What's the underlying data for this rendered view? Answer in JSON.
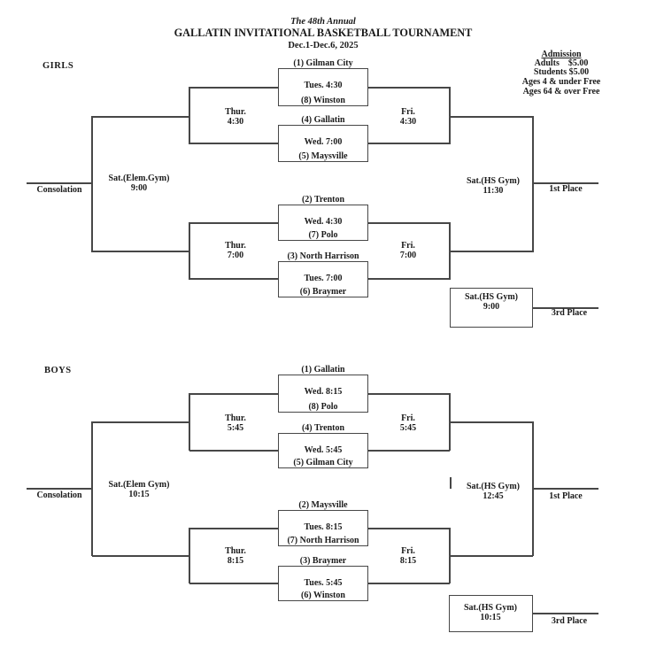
{
  "header": {
    "title_line1": "The 48th Annual",
    "title_line2": "GALLATIN INVITATIONAL BASKETBALL TOURNAMENT",
    "title_line3": "Dec.1-Dec.6, 2025"
  },
  "admission": {
    "heading": "Admission",
    "adults": "Adults    $5.00",
    "students": "Students $5.00",
    "ages_under": "Ages 4 & under Free",
    "ages_over": "Ages 64 & over Free"
  },
  "girls": {
    "label": "GIRLS",
    "round1": [
      {
        "top": "(1) Gilman City",
        "time": "Tues. 4:30",
        "bottom": "(8) Winston"
      },
      {
        "top": "(4) Gallatin",
        "time": "Wed. 7:00",
        "bottom": "(5) Maysville"
      },
      {
        "top": "(2) Trenton",
        "time": "Wed. 4:30",
        "bottom": "(7) Polo"
      },
      {
        "top": "(3) North Harrison",
        "time": "Tues. 7:00",
        "bottom": "(6) Braymer"
      }
    ],
    "semifinals": [
      {
        "day": "Fri.",
        "time": "4:30"
      },
      {
        "day": "Fri.",
        "time": "7:00"
      }
    ],
    "consolation_semis": [
      {
        "day": "Thur.",
        "time": "4:30"
      },
      {
        "day": "Thur.",
        "time": "7:00"
      }
    ],
    "championship": {
      "venue": "Sat.(HS Gym)",
      "time": "11:30"
    },
    "first_place_label": "1st Place",
    "third_place": {
      "venue": "Sat.(HS Gym)",
      "time": "9:00"
    },
    "third_place_label": "3rd Place",
    "consolation_final": {
      "venue": "Sat.(Elem.Gym)",
      "time": "9:00"
    },
    "consolation_label": "Consolation"
  },
  "boys": {
    "label": "BOYS",
    "round1": [
      {
        "top": "(1) Gallatin",
        "time": "Wed. 8:15",
        "bottom": "(8) Polo"
      },
      {
        "top": "(4) Trenton",
        "time": "Wed. 5:45",
        "bottom": "(5) Gilman City"
      },
      {
        "top": "(2) Maysville",
        "time": "Tues. 8:15",
        "bottom": "(7) North Harrison"
      },
      {
        "top": "(3) Braymer",
        "time": "Tues. 5:45",
        "bottom": "(6) Winston"
      }
    ],
    "semifinals": [
      {
        "day": "Fri.",
        "time": "5:45"
      },
      {
        "day": "Fri.",
        "time": "8:15"
      }
    ],
    "consolation_semis": [
      {
        "day": "Thur.",
        "time": "5:45"
      },
      {
        "day": "Thur.",
        "time": "8:15"
      }
    ],
    "championship": {
      "venue": "Sat.(HS Gym)",
      "time": "12:45"
    },
    "first_place_label": "1st Place",
    "third_place": {
      "venue": "Sat.(HS Gym)",
      "time": "10:15"
    },
    "third_place_label": "3rd Place",
    "consolation_final": {
      "venue": "Sat.(Elem Gym)",
      "time": "10:15"
    },
    "consolation_label": "Consolation"
  }
}
